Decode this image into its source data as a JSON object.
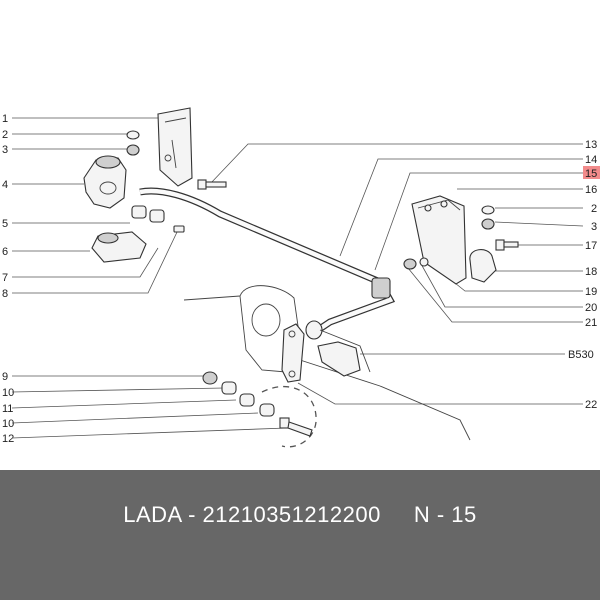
{
  "callouts_left": [
    "1",
    "2",
    "3",
    "4",
    "5",
    "6",
    "7",
    "8",
    "9",
    "10",
    "11",
    "10",
    "12"
  ],
  "callouts_right": [
    "13",
    "14",
    "15",
    "16",
    "2",
    "3",
    "17",
    "18",
    "19",
    "20",
    "21",
    "B530",
    "22"
  ],
  "highlighted_callout": "15",
  "highlight_color": "#f28b8b",
  "footer": {
    "brand": "LADA",
    "part_number": "21210351212200",
    "ref_label": "N - 15",
    "text": "LADA - 21210351212200     N - 15",
    "background": "#676767"
  }
}
